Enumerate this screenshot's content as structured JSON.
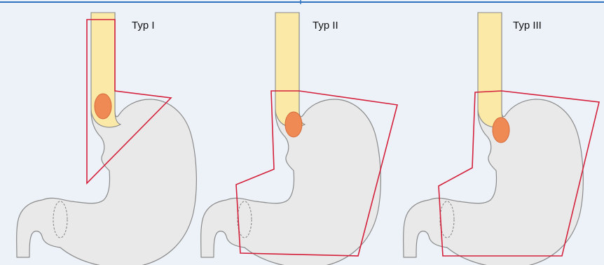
{
  "colors": {
    "background": "#edf2f9",
    "frame_line": "#2f72c0",
    "esophagus_fill": "#fbe9a8",
    "stomach_fill": "#e9e9e9",
    "outline": "#8a8a8a",
    "tumor_fill": "#ef8a55",
    "tumor_stroke": "#d46a38",
    "region_outline": "#d4203a"
  },
  "panels": [
    {
      "id": "type-1",
      "label": "Typ I"
    },
    {
      "id": "type-2",
      "label": "Typ II"
    },
    {
      "id": "type-3",
      "label": "Typ III"
    }
  ]
}
